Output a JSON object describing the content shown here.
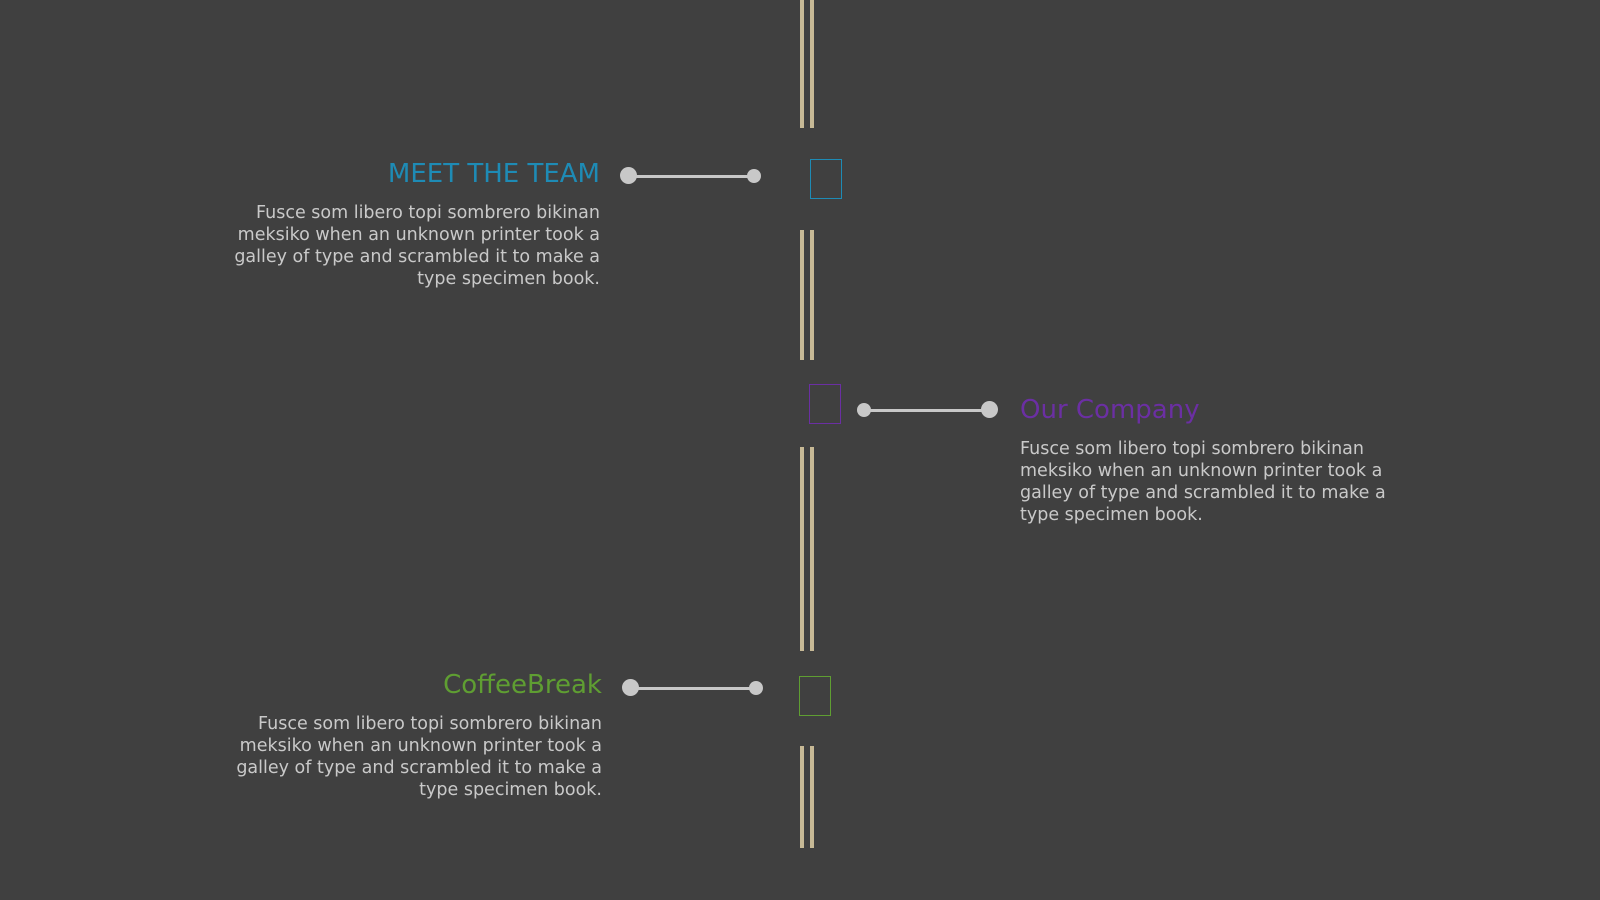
{
  "colors": {
    "background": "#404040",
    "rail": "#c7b996",
    "connector": "#c8c8c8",
    "body_text": "#c9c9c9"
  },
  "timeline": {
    "items": [
      {
        "title": "MEET THE TEAM",
        "body": "Fusce som libero topi sombrero bikinan meksiko when an unknown printer took a galley of type and scrambled it to make a type specimen book.",
        "accent": "#1e8bb5",
        "side": "left"
      },
      {
        "title": "Our Company",
        "body": "Fusce som libero topi sombrero bikinan meksiko when an unknown printer took a galley of type and scrambled it to make a type specimen book.",
        "accent": "#6b2fa3",
        "side": "right"
      },
      {
        "title": "CoffeeBreak",
        "body": "Fusce som libero topi sombrero bikinan meksiko when an unknown printer took a galley of type and scrambled it to make a type specimen book.",
        "accent": "#5f9e32",
        "side": "left"
      }
    ]
  }
}
